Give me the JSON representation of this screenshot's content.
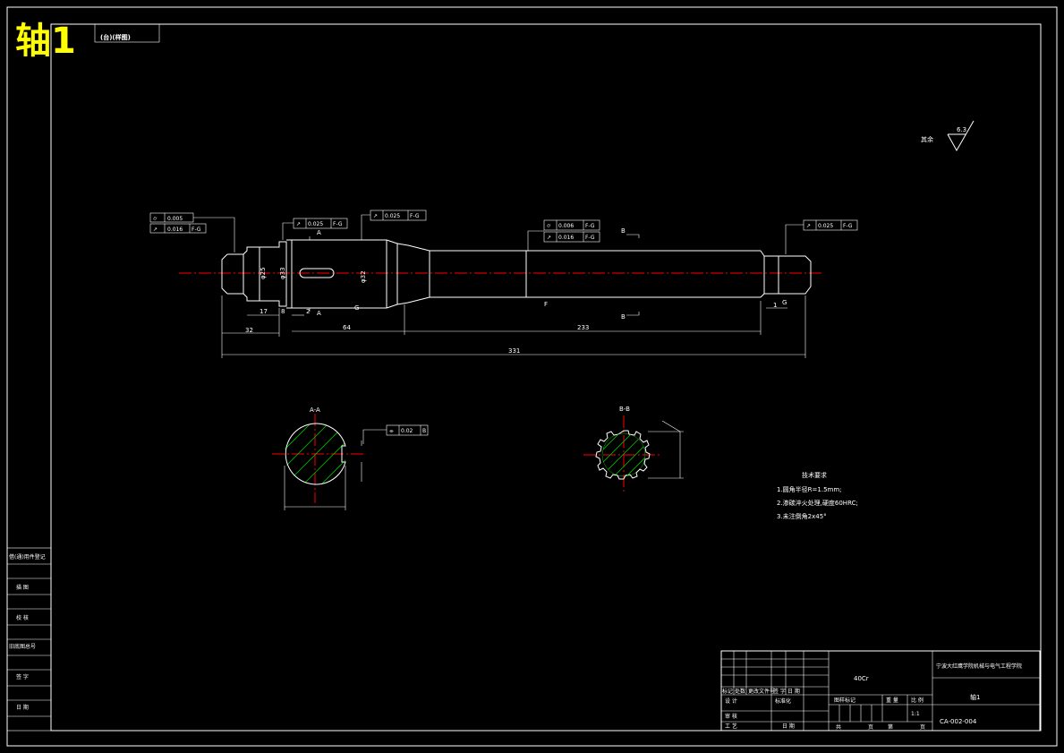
{
  "title": {
    "main": "轴1",
    "sub": "(台)(样图)"
  },
  "roughness": {
    "label": "其余",
    "value": "6.3"
  },
  "frames": {
    "f1": {
      "symbol": "⌭",
      "value": "0.005"
    },
    "f2": {
      "symbol": "↗",
      "value": "0.016",
      "datum": "F-G"
    },
    "f3": {
      "symbol": "↗",
      "value": "0.025",
      "datum": "F-G"
    },
    "f4": {
      "symbol": "↗",
      "value": "0.025",
      "datum": "F-G"
    },
    "f5": {
      "symbol": "⌭",
      "value": "0.006",
      "datum": "F-G"
    },
    "f6": {
      "symbol": "↗",
      "value": "0.016",
      "datum": "F-G"
    },
    "f7": {
      "symbol": "↗",
      "value": "0.025",
      "datum": "F-G"
    },
    "f8": {
      "symbol": "⌯",
      "value": "0.02",
      "datum": "B"
    }
  },
  "dims": {
    "d17": "17",
    "d32": "32",
    "d64": "64",
    "d233": "233",
    "d331": "331",
    "d8": "8",
    "d2": "2",
    "d1": "1",
    "phi25": "φ25",
    "phi33": "φ33",
    "phi32": "φ32"
  },
  "sections": {
    "aa": "A-A",
    "bb": "B-B",
    "a": "A",
    "b": "B",
    "f": "F",
    "g": "G"
  },
  "tech": {
    "heading": "技术要求",
    "items": [
      "1.圆角半径R=1.5mm;",
      "2.渗碳淬火处理,硬度60HRC;",
      "3.未注倒角2x45°"
    ]
  },
  "side_labels": [
    "借(通)用件登记",
    "描  图",
    "校  核",
    "旧底图总号",
    "签  字",
    "日  期"
  ],
  "title_block": {
    "material": "40Cr",
    "school": "宁波大红鹰学院机械与电气工程学院",
    "part_name": "轴1",
    "drawing_no": "CA-002-004",
    "scale": "1:1",
    "row_labels": [
      "标记",
      "处数",
      "更改文件号",
      "签 字",
      "日 期"
    ],
    "design": "设 计",
    "standard": "标准化",
    "review": "审 核",
    "process": "工 艺",
    "date": "日 期",
    "stage": "图样标记",
    "weight": "重 量",
    "ratio": "比 例",
    "total": "共",
    "sheet": "页",
    "page": "第"
  },
  "colors": {
    "title": "#ffff00",
    "center_line": "#ff0000",
    "hatch": "#00c000",
    "line": "#ffffff"
  }
}
